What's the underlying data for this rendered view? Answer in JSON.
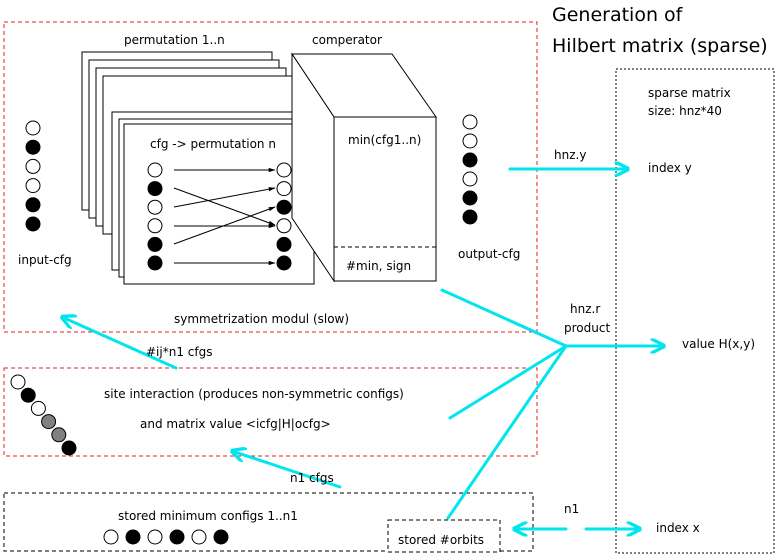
{
  "title_line1": "Generation of",
  "title_line2": "Hilbert matrix (sparse)",
  "labels": {
    "permutation_stack": "permutation 1..n",
    "comparator": "comperator",
    "cfg_permutation": "cfg -> permutation n",
    "min_cfg": "min(cfg1..n)",
    "min_sign": "#min, sign",
    "input_cfg": "input-cfg",
    "output_cfg": "output-cfg",
    "symmetrization": "symmetrization modul (slow)",
    "ij_cfgs": "#ij*n1 cfgs",
    "site_interaction": "site interaction (produces non-symmetric configs)",
    "matrix_value": "and matrix value <icfg|H|ocfg>",
    "n1_cfgs": "n1 cfgs",
    "stored_min_configs": "stored minimum configs 1..n1",
    "stored_orbits": "stored #orbits",
    "hnz_y": "hnz.y",
    "hnz_r": "hnz.r",
    "product": "product",
    "n1": "n1",
    "sparse_matrix": "sparse matrix",
    "sparse_size": "size: hnz*40",
    "index_y": "index y",
    "value_h": "value H(x,y)",
    "index_x": "index x"
  },
  "bit_states": {
    "input_cfg": [
      0,
      1,
      0,
      0,
      1,
      1
    ],
    "output_cfg": [
      0,
      0,
      1,
      0,
      1,
      1
    ],
    "perm_left": [
      0,
      1,
      0,
      0,
      1,
      1
    ],
    "perm_right": [
      0,
      0,
      1,
      0,
      1,
      1
    ],
    "stored_configs": [
      0,
      1,
      0,
      1,
      0,
      1
    ],
    "diagonal": [
      "white",
      "black",
      "white",
      "gray",
      "gray",
      "black"
    ]
  },
  "colors": {
    "arrow": "#00e5ee",
    "module_border": "#e02020",
    "store_border": "#000000"
  }
}
